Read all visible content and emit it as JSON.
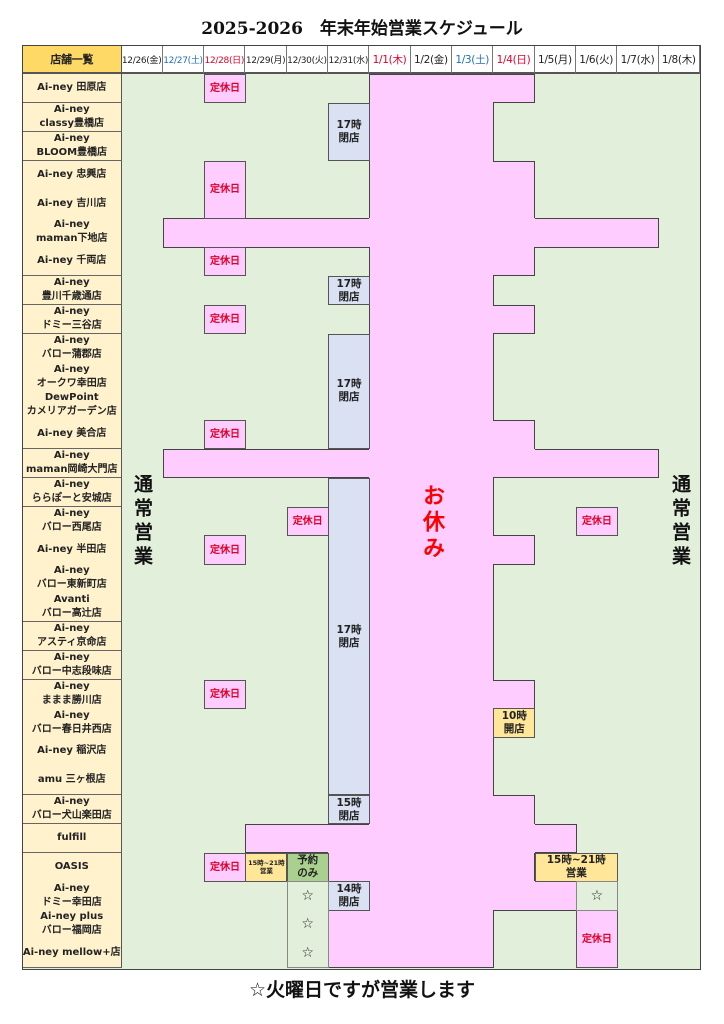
{
  "title": "2025-2026　年末年始営業スケジュール",
  "header_store": "店舗一覧",
  "colors": {
    "normal": "#E2EFDA",
    "off": "#FFCCFF",
    "close": "#D9E1F2",
    "open": "#FFE699",
    "reserve": "#A9D08E",
    "red": "#e0002a",
    "blue": "#1f6fb5"
  },
  "days": [
    {
      "label": "12/26(金)",
      "color": "#222"
    },
    {
      "label": "12/27(土)",
      "color": "#1f6fb5"
    },
    {
      "label": "12/28(日)",
      "color": "#e0002a"
    },
    {
      "label": "12/29(月)",
      "color": "#222"
    },
    {
      "label": "12/30(火)",
      "color": "#222"
    },
    {
      "label": "12/31(水)",
      "color": "#222"
    },
    {
      "label": "1/1(木)",
      "color": "#e0002a"
    },
    {
      "label": "1/2(金)",
      "color": "#222"
    },
    {
      "label": "1/3(土)",
      "color": "#1f6fb5"
    },
    {
      "label": "1/4(日)",
      "color": "#e0002a"
    },
    {
      "label": "1/5(月)",
      "color": "#222"
    },
    {
      "label": "1/6(火)",
      "color": "#222"
    },
    {
      "label": "1/7(水)",
      "color": "#222"
    },
    {
      "label": "1/8(木)",
      "color": "#222"
    }
  ],
  "stores": [
    {
      "lines": [
        "Ai-ney 田原店"
      ],
      "off": [
        6,
        9
      ]
    },
    {
      "lines": [
        "Ai-ney",
        "classy豊橋店"
      ],
      "off": [
        6,
        8
      ]
    },
    {
      "lines": [
        "Ai-ney",
        "BLOOM豊橋店"
      ],
      "off": [
        6,
        8
      ]
    },
    {
      "lines": [
        "Ai-ney 忠興店"
      ],
      "off": [
        6,
        9
      ]
    },
    {
      "lines": [
        "Ai-ney 吉川店"
      ],
      "off": [
        6,
        9
      ]
    },
    {
      "lines": [
        "Ai-ney",
        "maman下地店"
      ],
      "off": [
        1,
        12
      ]
    },
    {
      "lines": [
        "Ai-ney 千両店"
      ],
      "off": [
        6,
        9
      ]
    },
    {
      "lines": [
        "Ai-ney",
        "豊川千歳通店"
      ],
      "off": [
        6,
        8
      ]
    },
    {
      "lines": [
        "Ai-ney",
        "ドミー三谷店"
      ],
      "off": [
        6,
        9
      ]
    },
    {
      "lines": [
        "Ai-ney",
        "バロー蒲郡店"
      ],
      "off": [
        6,
        8
      ]
    },
    {
      "lines": [
        "Ai-ney",
        "オークワ幸田店"
      ],
      "off": [
        6,
        8
      ]
    },
    {
      "lines": [
        "DewPoint",
        "カメリアガーデン店"
      ],
      "off": [
        6,
        8
      ]
    },
    {
      "lines": [
        "Ai-ney 美合店"
      ],
      "off": [
        6,
        9
      ]
    },
    {
      "lines": [
        "Ai-ney",
        "maman岡崎大門店"
      ],
      "off": [
        1,
        12
      ]
    },
    {
      "lines": [
        "Ai-ney",
        "ららぽーと安城店"
      ],
      "off": [
        6,
        8
      ]
    },
    {
      "lines": [
        "Ai-ney",
        "バロー西尾店"
      ],
      "off": [
        6,
        8
      ]
    },
    {
      "lines": [
        "Ai-ney 半田店"
      ],
      "off": [
        6,
        9
      ]
    },
    {
      "lines": [
        "Ai-ney",
        "バロー東新町店"
      ],
      "off": [
        6,
        8
      ]
    },
    {
      "lines": [
        "Avanti",
        "バロー高辻店"
      ],
      "off": [
        6,
        8
      ]
    },
    {
      "lines": [
        "Ai-ney",
        "アスティ京命店"
      ],
      "off": [
        6,
        8
      ]
    },
    {
      "lines": [
        "Ai-ney",
        "バロー中志段味店"
      ],
      "off": [
        6,
        8
      ]
    },
    {
      "lines": [
        "Ai-ney",
        "ままま勝川店"
      ],
      "off": [
        6,
        9
      ]
    },
    {
      "lines": [
        "Ai-ney",
        "バロー春日井西店"
      ],
      "off": [
        6,
        8
      ]
    },
    {
      "lines": [
        "Ai-ney 稲沢店"
      ],
      "off": [
        6,
        8
      ]
    },
    {
      "lines": [
        "amu 三ヶ根店"
      ],
      "off": [
        6,
        8
      ]
    },
    {
      "lines": [
        "Ai-ney",
        "バロー犬山楽田店"
      ],
      "off": [
        6,
        9
      ]
    },
    {
      "lines": [
        "fulfill"
      ],
      "off": [
        3,
        10
      ]
    },
    {
      "lines": [
        "OASIS"
      ],
      "off": [
        5,
        9
      ]
    },
    {
      "lines": [
        "Ai-ney",
        "ドミー幸田店"
      ],
      "off": [
        6,
        10
      ]
    },
    {
      "lines": [
        "Ai-ney plus",
        "バロー福岡店"
      ],
      "off": [
        5,
        8
      ]
    },
    {
      "lines": [
        "Ai-ney mellow+店"
      ],
      "off": [
        5,
        8
      ]
    }
  ],
  "blocks": [
    {
      "type": "holiday",
      "rows": [
        0,
        0
      ],
      "days": [
        2,
        2
      ],
      "lines": [
        "定休日"
      ]
    },
    {
      "type": "holiday",
      "rows": [
        3,
        4
      ],
      "days": [
        2,
        2
      ],
      "lines": [
        "定休日"
      ]
    },
    {
      "type": "holiday",
      "rows": [
        6,
        6
      ],
      "days": [
        2,
        2
      ],
      "lines": [
        "定休日"
      ]
    },
    {
      "type": "holiday",
      "rows": [
        8,
        8
      ],
      "days": [
        2,
        2
      ],
      "lines": [
        "定休日"
      ]
    },
    {
      "type": "holiday",
      "rows": [
        12,
        12
      ],
      "days": [
        2,
        2
      ],
      "lines": [
        "定休日"
      ]
    },
    {
      "type": "holiday",
      "rows": [
        15,
        15
      ],
      "days": [
        4,
        4
      ],
      "lines": [
        "定休日"
      ]
    },
    {
      "type": "holiday",
      "rows": [
        15,
        15
      ],
      "days": [
        11,
        11
      ],
      "lines": [
        "定休日"
      ]
    },
    {
      "type": "holiday",
      "rows": [
        16,
        16
      ],
      "days": [
        2,
        2
      ],
      "lines": [
        "定休日"
      ]
    },
    {
      "type": "holiday",
      "rows": [
        21,
        21
      ],
      "days": [
        2,
        2
      ],
      "lines": [
        "定休日"
      ]
    },
    {
      "type": "holiday",
      "rows": [
        27,
        27
      ],
      "days": [
        2,
        2
      ],
      "lines": [
        "定休日"
      ]
    },
    {
      "type": "holiday",
      "rows": [
        29,
        30
      ],
      "days": [
        11,
        11
      ],
      "lines": [
        "定休日"
      ]
    },
    {
      "type": "close",
      "rows": [
        1,
        2
      ],
      "days": [
        5,
        5
      ],
      "lines": [
        "17時",
        "閉店"
      ]
    },
    {
      "type": "close",
      "rows": [
        7,
        7
      ],
      "days": [
        5,
        5
      ],
      "lines": [
        "17時",
        "閉店"
      ]
    },
    {
      "type": "close",
      "rows": [
        9,
        12
      ],
      "days": [
        5,
        5
      ],
      "lines": [
        "17時",
        "閉店"
      ]
    },
    {
      "type": "close",
      "rows": [
        14,
        24
      ],
      "days": [
        5,
        5
      ],
      "lines": [
        "17時",
        "閉店"
      ]
    },
    {
      "type": "close",
      "rows": [
        25,
        25
      ],
      "days": [
        5,
        5
      ],
      "lines": [
        "15時",
        "閉店"
      ]
    },
    {
      "type": "close",
      "rows": [
        28,
        28
      ],
      "days": [
        5,
        5
      ],
      "lines": [
        "14時",
        "閉店"
      ]
    },
    {
      "type": "open",
      "rows": [
        22,
        22
      ],
      "days": [
        9,
        9
      ],
      "lines": [
        "10時",
        "開店"
      ]
    },
    {
      "type": "open small",
      "rows": [
        27,
        27
      ],
      "days": [
        3,
        3
      ],
      "lines": [
        "15時~21時",
        "営業"
      ]
    },
    {
      "type": "open",
      "rows": [
        27,
        27
      ],
      "days": [
        10,
        11
      ],
      "lines": [
        "15時~21時",
        "営業"
      ]
    },
    {
      "type": "reserve",
      "rows": [
        27,
        27
      ],
      "days": [
        4,
        4
      ],
      "lines": [
        "予約",
        "のみ"
      ]
    },
    {
      "type": "star",
      "rows": [
        28,
        30
      ],
      "days": [
        4,
        4
      ],
      "lines": [
        "☆",
        "☆",
        "☆"
      ]
    },
    {
      "type": "star",
      "rows": [
        28,
        28
      ],
      "days": [
        11,
        11
      ],
      "lines": [
        "☆"
      ]
    }
  ],
  "normal_label": "通常営業",
  "rest_label": "お休み",
  "footer": "☆火曜日ですが営業します"
}
